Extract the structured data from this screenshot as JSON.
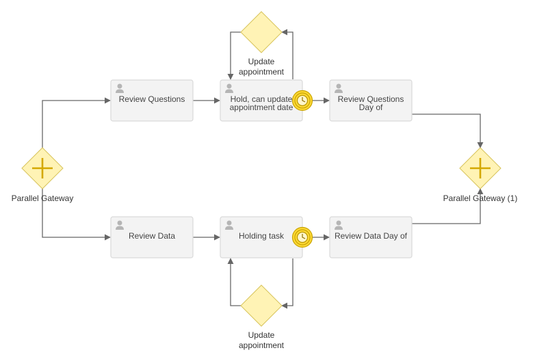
{
  "gateways": {
    "parallel_left": {
      "label": "Parallel Gateway"
    },
    "parallel_right": {
      "label": "Parallel Gateway (1)"
    },
    "exclusive_top": {
      "label_lines": [
        "Update",
        "appointment"
      ]
    },
    "exclusive_bottom": {
      "label_lines": [
        "Update",
        "appointment"
      ]
    }
  },
  "tasks": {
    "review_questions": {
      "lines": [
        "Review Questions"
      ]
    },
    "hold_update": {
      "lines": [
        "Hold, can update",
        "appointment date"
      ]
    },
    "review_questions_day_of": {
      "lines": [
        "Review Questions",
        "Day of"
      ]
    },
    "review_data": {
      "lines": [
        "Review Data"
      ]
    },
    "holding_task": {
      "lines": [
        "Holding task"
      ]
    },
    "review_data_day_of": {
      "lines": [
        "Review Data Day of"
      ]
    }
  },
  "icons": {
    "task": "user-icon",
    "boundary_event": "timer-icon",
    "parallel_gateway": "plus-icon"
  },
  "colors": {
    "gateway_fill": "#fff3b5",
    "gateway_marker": "#d4a800",
    "timer_fill": "#fdd835",
    "task_fill": "#f3f3f3",
    "flow": "#666666"
  }
}
